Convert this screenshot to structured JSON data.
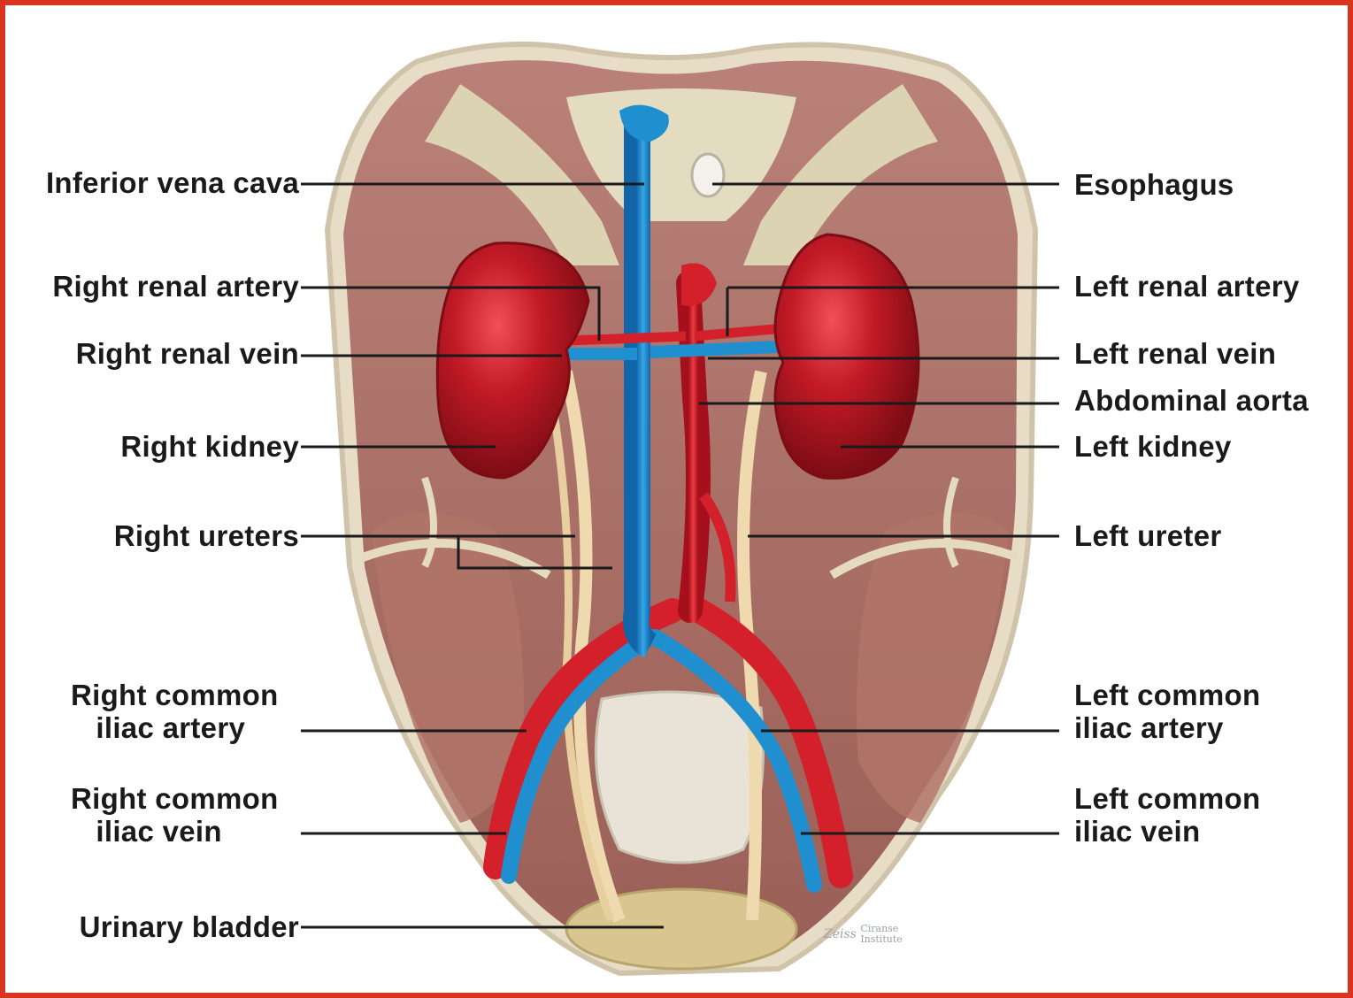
{
  "labels": {
    "inferior_vena_cava": "Inferior vena cava",
    "right_renal_artery": "Right renal artery",
    "right_renal_vein": "Right renal vein",
    "right_kidney": "Right kidney",
    "right_ureters": "Right ureters",
    "right_common_iliac_artery": "Right common\n   iliac artery",
    "right_common_iliac_vein": "Right common\n   iliac vein",
    "urinary_bladder": "Urinary bladder",
    "esophagus": "Esophagus",
    "left_renal_artery": "Left renal artery",
    "left_renal_vein": "Left renal vein",
    "abdominal_aorta": "Abdominal aorta",
    "left_kidney": "Left kidney",
    "left_ureter": "Left ureter",
    "left_common_iliac_artery": "Left common\niliac artery",
    "left_common_iliac_vein": "Left common\niliac vein"
  },
  "signature": {
    "mark": "Zeiss",
    "line1": "Ciranse",
    "line2": "Institute"
  },
  "colors": {
    "frame": "#d9341f",
    "artery": "#d3202b",
    "vein": "#1f8fd0",
    "kidney": "#b5141f",
    "ureter": "#efd9ae",
    "muscle": "#a86f64",
    "leader": "#1a1a1a"
  }
}
